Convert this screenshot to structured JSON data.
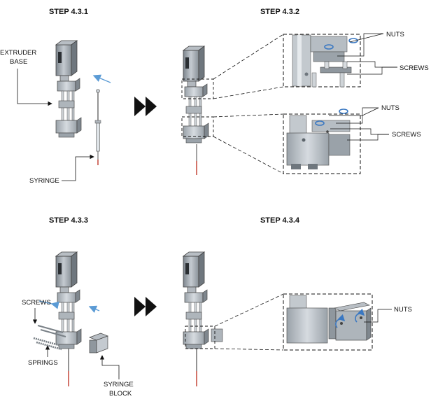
{
  "steps": [
    {
      "id": "step-4-3-1",
      "title": "STEP 4.3.1",
      "labels": {
        "base_line1": "EXTRUDER",
        "base_line2": "BASE",
        "syringe": "SYRINGE"
      }
    },
    {
      "id": "step-4-3-2",
      "title": "STEP 4.3.2",
      "labels": {
        "nuts_top": "NUTS",
        "screws_top": "SCREWS",
        "nuts_bottom": "NUTS",
        "screws_bottom": "SCREWS"
      }
    },
    {
      "id": "step-4-3-3",
      "title": "STEP 4.3.3",
      "labels": {
        "screws": "SCREWS",
        "springs": "SPRINGS",
        "block_line1": "SYRINGE",
        "block_line2": "BLOCK"
      }
    },
    {
      "id": "step-4-3-4",
      "title": "STEP 4.3.4",
      "labels": {
        "nuts": "NUTS"
      }
    }
  ],
  "colors": {
    "arrow_blue": "#5b9bd5",
    "rotation_blue": "#3a78c2",
    "needle_red": "#c0392b",
    "part_gray": "#a9b0b7"
  },
  "icons": {
    "next_step": "double-chevron-right-icon",
    "rotation": "rotation-arrow-icon"
  }
}
